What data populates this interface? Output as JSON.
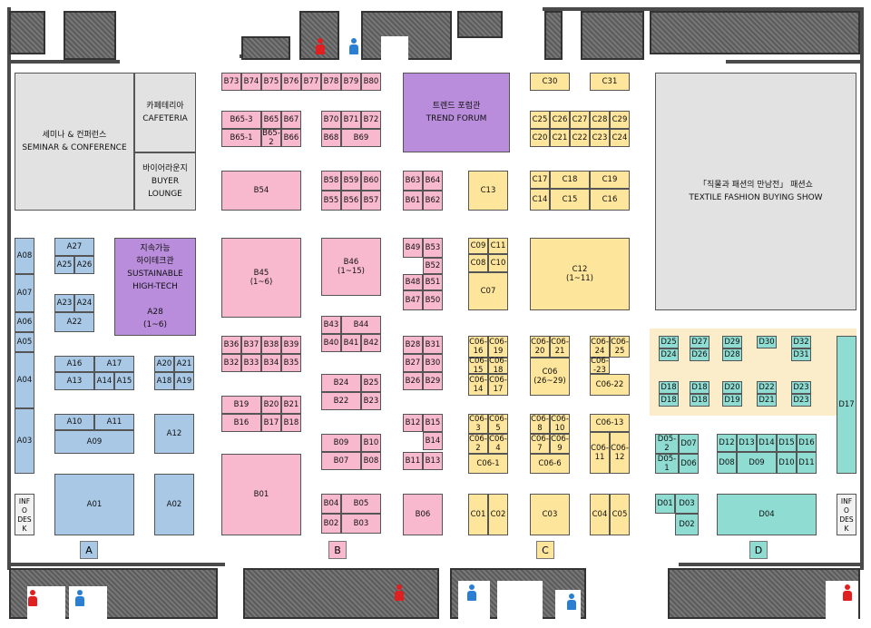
{
  "halls": {
    "seminar": "세미나 & 컨퍼런스\nSEMINAR & CONFERENCE",
    "cafeteria": "카페테리아\nCAFETERIA",
    "buyer_lounge": "바이어라운지\nBUYER\nLOUNGE",
    "trend_forum": "트렌드 포럼관\nTREND FORUM",
    "sustainable": "지속가능\n하이테크관\nSUSTAINABLE\nHIGH-TECH\n\nA28\n(1~6)",
    "textile_show": "「직물과 패션의 만남전」 패션쇼\nTEXTILE FASHION BUYING SHOW"
  },
  "info_desk": "INF\nO\nDES\nK",
  "zones": {
    "A": "A",
    "B": "B",
    "C": "C",
    "D": "D"
  },
  "colors": {
    "A": "#a8c8e6",
    "B": "#f8b9cf",
    "C": "#fde59b",
    "D": "#8fdcd2",
    "purple": "#b98ddb",
    "hall": "#e2e2e2",
    "restroom_female": "#e02020",
    "restroom_male": "#2a7fd4"
  },
  "restroom_icons": [
    "restroom-female-icon",
    "restroom-male-icon"
  ],
  "booths": {
    "A": [
      "A08",
      "A07",
      "A06",
      "A05",
      "A04",
      "A03",
      "A27",
      "A25",
      "A26",
      "A23",
      "A24",
      "A22",
      "A16",
      "A17",
      "A13",
      "A14",
      "A15",
      "A20",
      "A21",
      "A18",
      "A19",
      "A10",
      "A11",
      "A09",
      "A12",
      "A01",
      "A02"
    ],
    "B": [
      "B73",
      "B74",
      "B75",
      "B76",
      "B77",
      "B78",
      "B79",
      "B80",
      "B65-3",
      "B65",
      "B67",
      "B65-1",
      "B65-\n2",
      "B66",
      "B70",
      "B71",
      "B72",
      "B68",
      "B69",
      "B54",
      "B58",
      "B59",
      "B60",
      "B55",
      "B56",
      "B57",
      "B63",
      "B64",
      "B61",
      "B62",
      "B45\n(1~6)",
      "B46\n(1~15)",
      "B49",
      "B53",
      "B52",
      "B48",
      "B51",
      "B47",
      "B50",
      "B43",
      "B44",
      "B40",
      "B41",
      "B42",
      "B36",
      "B37",
      "B38",
      "B39",
      "B32",
      "B33",
      "B34",
      "B35",
      "B28",
      "B31",
      "B27",
      "B30",
      "B26",
      "B29",
      "B24",
      "B25",
      "B22",
      "B23",
      "B19",
      "B20",
      "B21",
      "B16",
      "B17",
      "B18",
      "B12",
      "B15",
      "B14",
      "B11",
      "B13",
      "B09",
      "B10",
      "B07",
      "B08",
      "B01",
      "B04",
      "B05",
      "B02",
      "B03",
      "B06"
    ],
    "C": [
      "C30",
      "C31",
      "C25",
      "C26",
      "C27",
      "C28",
      "C29",
      "C20",
      "C21",
      "C22",
      "C23",
      "C24",
      "C13",
      "C17",
      "C18",
      "C19",
      "C14",
      "C15",
      "C16",
      "C09",
      "C11",
      "C08",
      "C10",
      "C07",
      "C12\n(1~11)",
      "C06-\n16",
      "C06-\n19",
      "C06-\n15",
      "C06-\n18",
      "C06-\n14",
      "C06-\n17",
      "C06-\n20",
      "C06-\n21",
      "C06\n(26~29)",
      "C06-\n24",
      "C06-\n25",
      "C06-\n-23",
      "C06-22",
      "C06-\n3",
      "C06-\n5",
      "C06-\n2",
      "C06-\n4",
      "C06-1",
      "C06-\n8",
      "C06-\n10",
      "C06-\n7",
      "C06-\n9",
      "C06-6",
      "C06-13",
      "C06-\n11",
      "C06-\n12",
      "C01",
      "C02",
      "C03",
      "C04",
      "C05"
    ],
    "D": [
      "D25",
      "D27",
      "D29",
      "D30",
      "D32",
      "D24",
      "D26",
      "D28",
      "D31",
      "D18",
      "D18",
      "D20",
      "D22",
      "D23",
      "D18",
      "D18",
      "D19",
      "D21",
      "D23",
      "D17",
      "D05-\n2",
      "D07",
      "D05-\n1",
      "D06",
      "D12",
      "D13",
      "D14",
      "D15",
      "D16",
      "D08",
      "D09",
      "D10",
      "D11",
      "D01",
      "D03",
      "D02",
      "D04"
    ]
  }
}
